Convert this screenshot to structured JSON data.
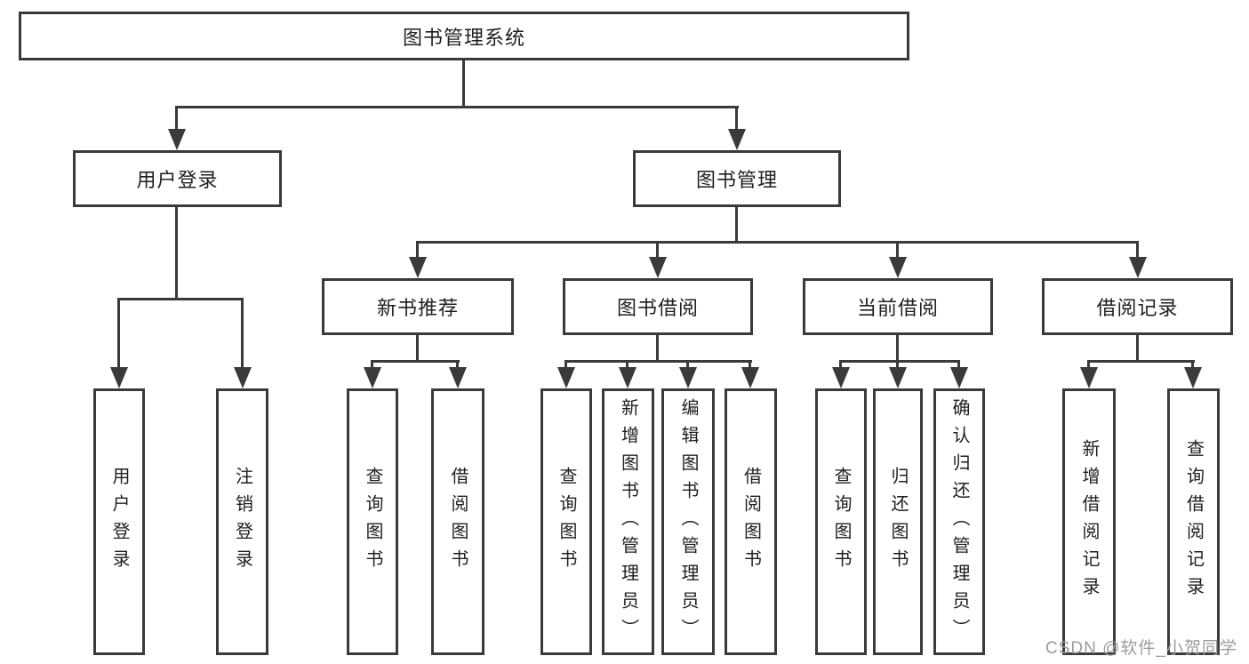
{
  "diagram": {
    "type": "feature-tree",
    "watermark": "CSDN @软件_小贺同学",
    "colors": {
      "line": "#3a3a3a",
      "text": "#1f1f1f",
      "watermark": "#9b9ca1",
      "background": "#ffffff"
    },
    "tree": {
      "root": {
        "label": "图书管理系统"
      },
      "branches": [
        {
          "label": "用户登录",
          "children": [
            {
              "label": "用户登录"
            },
            {
              "label": "注销登录"
            }
          ]
        },
        {
          "label": "图书管理",
          "children": [
            {
              "label": "新书推荐",
              "children": [
                {
                  "label": "查询图书"
                },
                {
                  "label": "借阅图书"
                }
              ]
            },
            {
              "label": "图书借阅",
              "children": [
                {
                  "label": "查询图书"
                },
                {
                  "label": "新增图书（管理员）"
                },
                {
                  "label": "编辑图书（管理员）"
                },
                {
                  "label": "借阅图书"
                }
              ]
            },
            {
              "label": "当前借阅",
              "children": [
                {
                  "label": "查询图书"
                },
                {
                  "label": "归还图书"
                },
                {
                  "label": "确认归还（管理员）"
                }
              ]
            },
            {
              "label": "借阅记录",
              "children": [
                {
                  "label": "新增借阅记录"
                },
                {
                  "label": "查询借阅记录"
                }
              ]
            }
          ]
        }
      ]
    }
  }
}
